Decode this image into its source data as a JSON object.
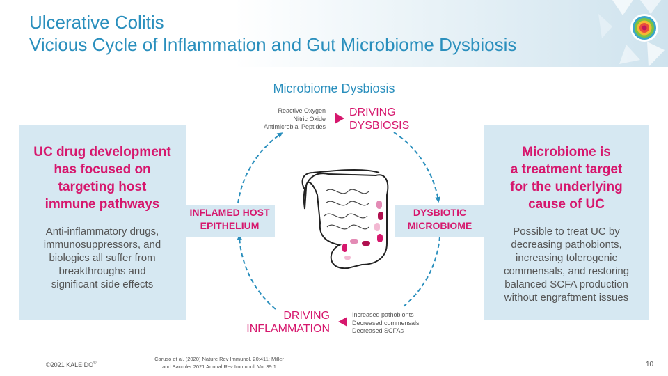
{
  "header": {
    "title_line1": "Ulcerative Colitis",
    "title_line2": "Vicious Cycle of Inflammation and Gut Microbiome Dysbiosis"
  },
  "diagram": {
    "title": "Microbiome Dysbiosis",
    "left_node": [
      "INFLAMED HOST",
      "EPITHELIUM"
    ],
    "right_node": [
      "DYSBIOTIC",
      "MICROBIOME"
    ],
    "top_caption": [
      "DRIVING",
      "DYSBIOSIS"
    ],
    "bottom_caption": [
      "DRIVING",
      "INFLAMMATION"
    ],
    "top_notes": [
      "Reactive Oxygen",
      "Nitric Oxide",
      "Antimicrobial Peptides"
    ],
    "bottom_notes": [
      "Increased pathobionts",
      "Decreased commensals",
      "Decreased SCFAs"
    ],
    "colors": {
      "accent": "#d6176d",
      "blue": "#2a8fbd",
      "box": "#d6e8f2"
    },
    "icons": [
      "arrow-right-icon",
      "arrow-left-icon",
      "colon-illustration",
      "kaleido-logo"
    ]
  },
  "left_panel": {
    "heading": [
      "UC drug development",
      "has focused on",
      "targeting host",
      "immune pathways"
    ],
    "body": [
      "Anti-inflammatory drugs,",
      "immunosuppressors, and",
      "biologics all suffer from",
      "breakthroughs and",
      "significant side effects"
    ]
  },
  "right_panel": {
    "heading": [
      "Microbiome is",
      "a treatment target",
      "for the underlying",
      "cause of UC"
    ],
    "body": [
      "Possible to treat UC by",
      "decreasing pathobionts,",
      "increasing tolerogenic",
      "commensals, and restoring",
      "balanced SCFA production",
      "without engraftment issues"
    ]
  },
  "footer": {
    "copyright": "©2021 KALEIDO",
    "reg_mark": "®",
    "citation": [
      "Caruso et al. (2020) Nature Rev Immunol, 20:411; Miller",
      "and Baumler 2021 Annual Rev Immunol, Vol 39:1"
    ],
    "page_number": "10"
  }
}
